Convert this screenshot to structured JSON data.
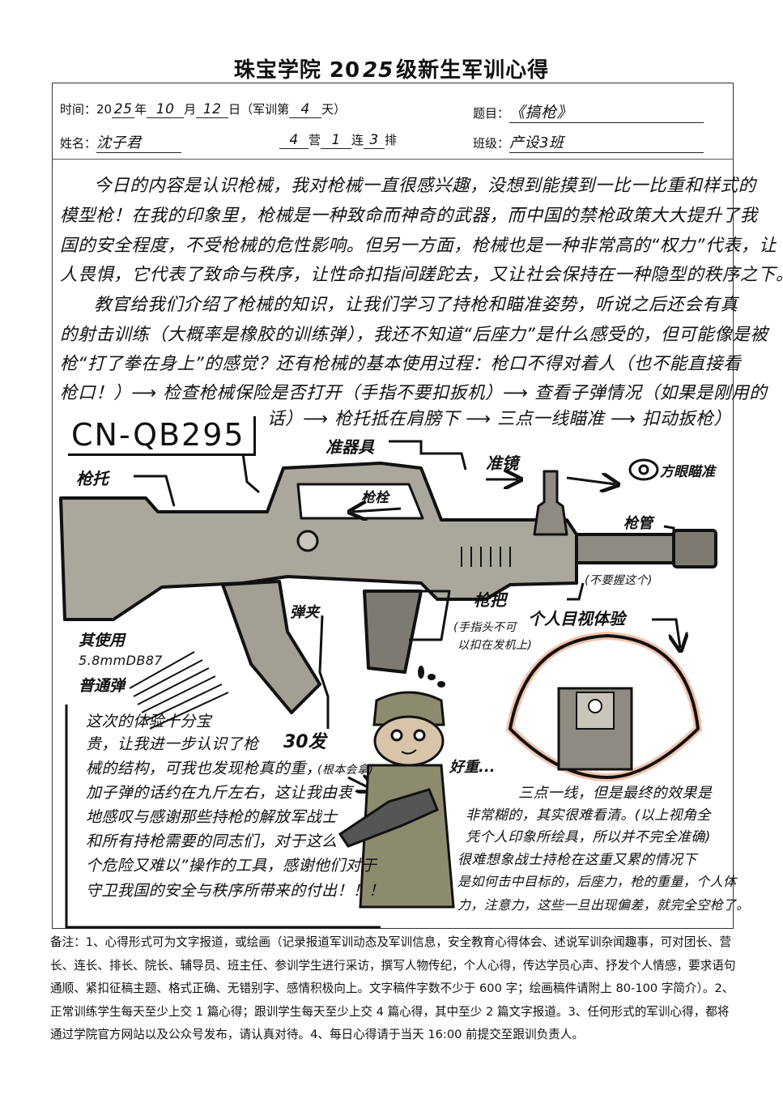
{
  "title": {
    "prefix": "珠宝学院 20",
    "year": "25",
    "suffix": "级新生军训心得"
  },
  "header": {
    "time_label": "时间：20",
    "year": "25",
    "year_unit": "年",
    "month": "10",
    "month_unit": "月",
    "day": "12",
    "day_unit": "日（军训第",
    "training_day": "4",
    "training_day_unit": "天）",
    "topic_label": "题目：",
    "topic": "《搞枪》",
    "name_label": "姓名：",
    "name": "沈子君",
    "battalion": "4",
    "battalion_unit": "营",
    "company": "1",
    "company_unit": "连",
    "platoon": "3",
    "platoon_unit": "排",
    "class_label": "班级：",
    "class": "产设3班"
  },
  "body_lines": [
    "今日的内容是认识枪械，我对枪械一直很感兴趣，没想到能摸到一比一比重和样式的",
    "模型枪！在我的印象里，枪械是一种致命而神奇的武器，而中国的禁枪政策大大提升了我",
    "国的安全程度，不受枪械的危性影响。但另一方面，枪械也是一种非常高的“权力”代表，让",
    "人畏惧，它代表了致命与秩序，让性命扣指间蹉跎去，又让社会保持在一种隐型的秩序之下。",
    "教官给我们介绍了枪械的知识，让我们学习了持枪和瞄准姿势，听说之后还会有真",
    "的射击训练（大概率是橡胶的训练弹），我还不知道“后座力”是什么感受的，但可能像是被",
    "枪“打了拳在身上”的感觉？还有枪械的基本使用过程：枪口不得对着人（也不能直接看",
    "枪口！）⟶ 检查枪械保险是否打开（手指不要扣扳机）⟶ 查看子弹情况（如果是刚用的",
    "话）⟶ 枪托抵在肩膀下 ⟶ 三点一线瞄准 ⟶ 扣动扳枪）"
  ],
  "diagram": {
    "model": "CN-QB295",
    "labels": {
      "sight_device": "准器具",
      "scope": "准镜",
      "aim": "方眼瞄准",
      "stock": "枪托",
      "bolt": "枪栓",
      "barrel": "枪管",
      "barrel_note": "(不要握这个)",
      "grip": "枪把",
      "trigger_note_1": "(手指头不可",
      "trigger_note_2": "以扣在发机上)",
      "personal_view": "个人目视体验",
      "magazine": "弹夹",
      "ammo_1": "其使用",
      "ammo_2": "5.8mmDB87",
      "ammo_3": "普通弹",
      "rounds": "30发",
      "can_hold": "(根本会拿)",
      "heavy": "好重..."
    }
  },
  "left_text": [
    "这次的体验十分宝",
    "贵，让我进一步认识了枪",
    "械的结构，可我也发现枪真的重，",
    "加子弹的话约在九斤左右，这让我由衷",
    "地感叹与感谢那些持枪的解放军战士",
    "和所有持枪需要的同志们，对于这么",
    "个危险又难以”操作的工具，感谢他们对于",
    "守卫我国的安全与秩序所带来的付出！！！"
  ],
  "right_text": [
    "三点一线，但是最终的效果是",
    "非常糊的，其实很难看清。(以上视角全",
    "凭个人印象所绘具，所以并不完全准确)",
    "很难想象战士持枪在这重又累的情况下",
    "是如何击中目标的，后座力，枪的重量，个人体",
    "力，注意力，这些一旦出现偏差，就完全空枪了。"
  ],
  "notes": "备注：1、心得形式可为文字报道，或绘画（记录报道军训动态及军训信息，安全教育心得体会、述说军训杂闻趣事，可对团长、营长、连长、排长、院长、辅导员、班主任、参训学生进行采访，撰写人物传纪，个人心得，传达学员心声、抒发个人情感，要求语句通顺、紧扣征稿主题、格式正确、无错别字、感情积极向上。文字稿件字数不少于 600 字；绘画稿件请附上 80-100 字简介）。2、正常训练学生每天至少上交 1 篇心得；跟训学生每天至少上交 4 篇心得，其中至少 2 篇文字报道。3、任何形式的军训心得，都将通过学院官方网站以及公众号发布，请认真对待。4、每日心得请于当天 16:00 前提交至跟训负责人。",
  "colors": {
    "ink": "#111111",
    "gun_grey": "#8f8b82",
    "gun_light": "#c9c5bb",
    "scope_rim": "#f2c4b0",
    "camo": "#8d8b6e"
  }
}
